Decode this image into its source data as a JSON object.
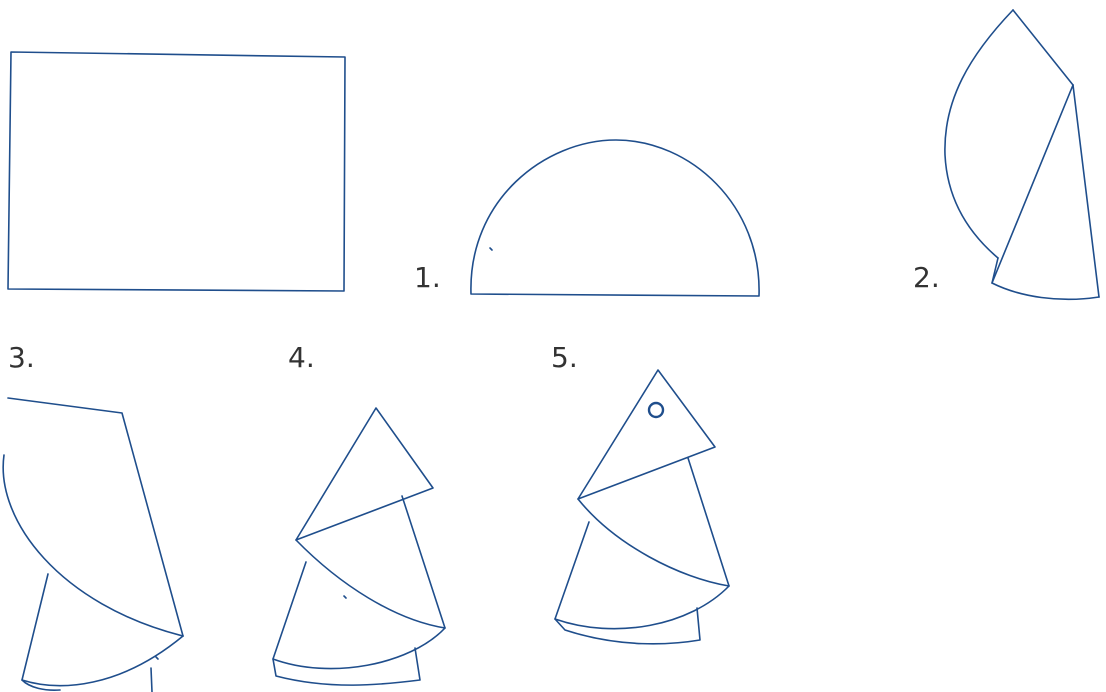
{
  "steps": [
    {
      "id": "rectangle",
      "label": ""
    },
    {
      "id": "step-1",
      "label": "1."
    },
    {
      "id": "step-2",
      "label": "2."
    },
    {
      "id": "step-3",
      "label": "3."
    },
    {
      "id": "step-4",
      "label": "4."
    },
    {
      "id": "step-5",
      "label": "5."
    }
  ],
  "colors": {
    "stroke": "#1f4e8c",
    "label": "#333333",
    "background": "#ffffff"
  }
}
